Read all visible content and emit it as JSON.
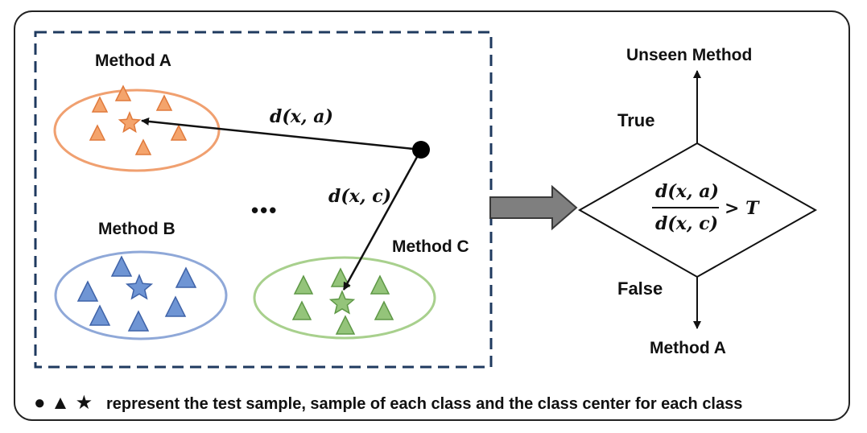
{
  "clusters": {
    "a": {
      "label": "Method A",
      "color": "#f0a070",
      "fill": "#f4a46c",
      "stroke": "#e07a3c"
    },
    "b": {
      "label": "Method B",
      "color": "#8fa8d8",
      "fill": "#6f95d4",
      "stroke": "#3f63a8"
    },
    "c": {
      "label": "Method C",
      "color": "#a8d08d",
      "fill": "#94c47a",
      "stroke": "#5e9846"
    }
  },
  "ellipsis": "•••",
  "distances": {
    "xa": "d(x, a)",
    "xc": "d(x, c)"
  },
  "decision": {
    "numerator": "d(x, a)",
    "denominator": "d(x, c)",
    "comparison": "> T",
    "true_label": "True",
    "false_label": "False",
    "true_outcome": "Unseen Method",
    "false_outcome": "Method A"
  },
  "legend": {
    "symbols": "● ▲ ★",
    "text": "represent the test sample, sample of each class and the class center for each class"
  }
}
